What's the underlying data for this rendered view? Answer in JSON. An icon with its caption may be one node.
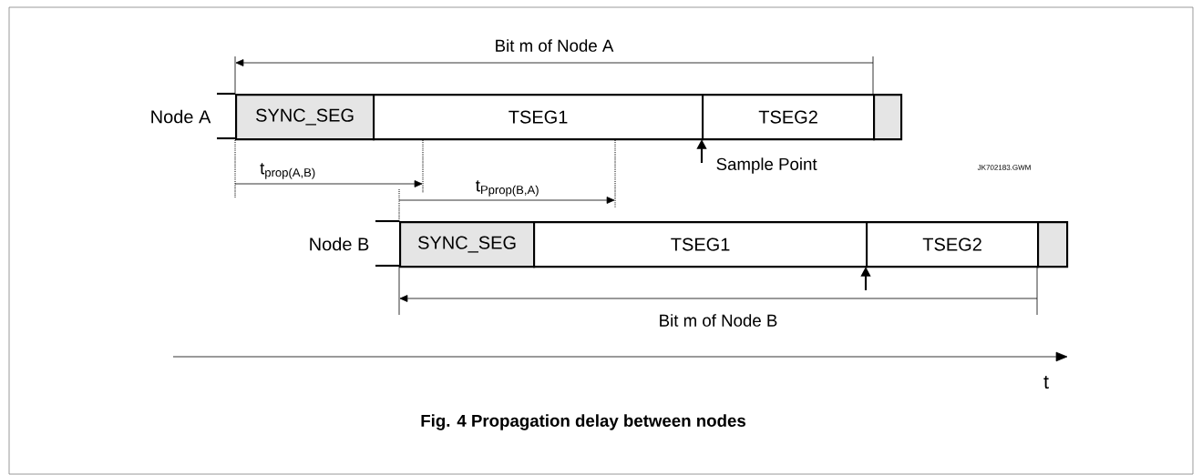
{
  "diagram": {
    "caption": "Fig. 4  Propagation delay between nodes",
    "nodes": [
      {
        "text": [
          "SYNC_SEG"
        ]
      },
      {
        "text": [
          "TSEG1"
        ]
      },
      {
        "text": [
          "TSEG2"
        ]
      },
      {
        "text": [],
        "shape": "box"
      },
      {
        "text": [
          "SYNC_SEG"
        ]
      },
      {
        "text": [
          "TSEG1"
        ]
      },
      {
        "text": [
          "TSEG2"
        ]
      },
      {
        "text": [],
        "shape": "box"
      }
    ],
    "labels": [
      "Bit m of Node A",
      "Node A",
      "Sample Point",
      "t$_{prop(A,B)}$",
      "t$_{Pprop(B,A)}$",
      "JK702183.GWM",
      "Node B",
      "Bit m of Node B",
      "t"
    ]
  }
}
